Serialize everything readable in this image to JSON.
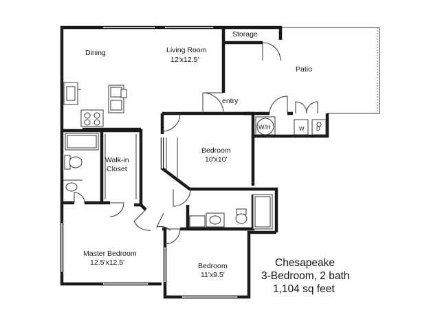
{
  "rooms": {
    "dining": "Dining",
    "living_name": "Living Room",
    "living_size": "12'x12.5'",
    "storage": "Storage",
    "patio": "Patio",
    "entry": "entry",
    "bedroom1_name": "Bedroom",
    "bedroom1_size": "10'x10'",
    "walkin_line1": "Walk-in",
    "walkin_line2": "Closet",
    "master_name": "Master Bedroom",
    "master_size": "12.5'x12.5'",
    "bedroom2_name": "Bedroom",
    "bedroom2_size": "11'x9.5'"
  },
  "appliances": {
    "water_heater": "W/H",
    "washer": "W",
    "dryer": "D"
  },
  "summary": {
    "plan_name": "Chesapeake",
    "layout": "3-Bedroom, 2 bath",
    "area": "1,104 sq feet"
  }
}
